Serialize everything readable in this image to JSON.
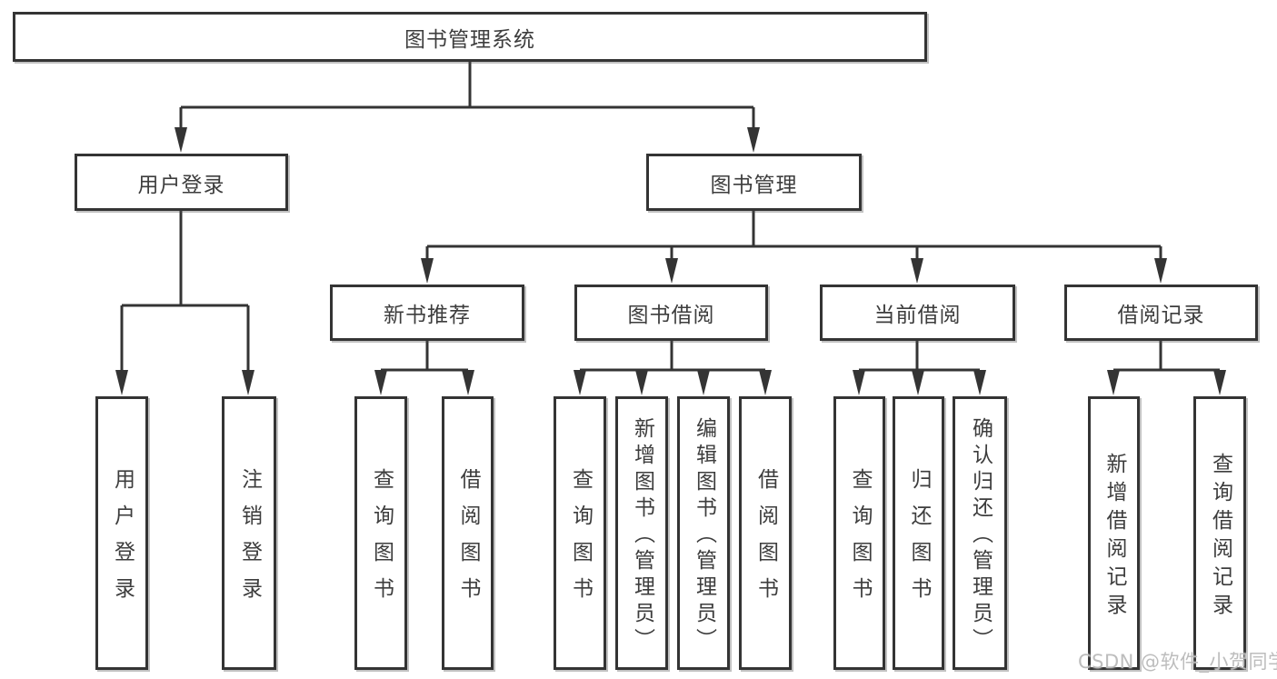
{
  "diagram": {
    "root": {
      "label": "图书管理系统"
    },
    "branches": [
      {
        "label": "用户登录",
        "children": [
          {
            "label": "用户登录"
          },
          {
            "label": "注销登录"
          }
        ]
      },
      {
        "label": "图书管理",
        "children": [
          {
            "label": "新书推荐",
            "children": [
              {
                "label": "查询图书"
              },
              {
                "label": "借阅图书"
              }
            ]
          },
          {
            "label": "图书借阅",
            "children": [
              {
                "label": "查询图书"
              },
              {
                "label": "新增图书（管理员）"
              },
              {
                "label": "编辑图书（管理员）"
              },
              {
                "label": "借阅图书"
              }
            ]
          },
          {
            "label": "当前借阅",
            "children": [
              {
                "label": "查询图书"
              },
              {
                "label": "归还图书"
              },
              {
                "label": "确认归还（管理员）"
              }
            ]
          },
          {
            "label": "借阅记录",
            "children": [
              {
                "label": "新增借阅记录"
              },
              {
                "label": "查询借阅记录"
              }
            ]
          }
        ]
      }
    ]
  },
  "watermark": {
    "text": "CSDN @软件_小贺同学"
  },
  "colors": {
    "background": "#ffffff",
    "box_fill": "#ffffff",
    "box_border": "#343434",
    "line": "#343434",
    "text": "#3d3d3d",
    "watermark": "#b9b9b9"
  }
}
